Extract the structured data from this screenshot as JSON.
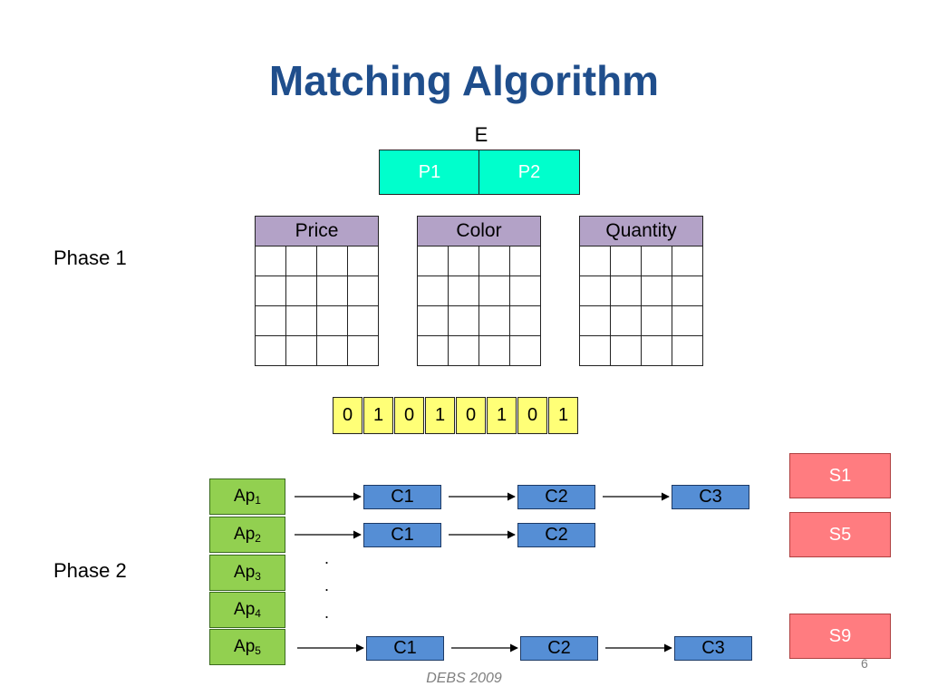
{
  "title": "Matching Algorithm",
  "event": {
    "label": "E",
    "parts": [
      "P1",
      "P2"
    ]
  },
  "phase1": {
    "label": "Phase 1",
    "tables": [
      {
        "header": "Price"
      },
      {
        "header": "Color"
      },
      {
        "header": "Quantity"
      }
    ],
    "bit_vector": [
      "0",
      "1",
      "0",
      "1",
      "0",
      "1",
      "0",
      "1"
    ]
  },
  "phase2": {
    "label": "Phase 2",
    "access_predicates": [
      {
        "base": "Ap",
        "sub": "1"
      },
      {
        "base": "Ap",
        "sub": "2"
      },
      {
        "base": "Ap",
        "sub": "3"
      },
      {
        "base": "Ap",
        "sub": "4"
      },
      {
        "base": "Ap",
        "sub": "5"
      }
    ],
    "chains": [
      [
        "C1",
        "C2",
        "C3"
      ],
      [
        "C1",
        "C2"
      ],
      [
        "C1",
        "C2",
        "C3"
      ]
    ],
    "ellipsis": [
      ".",
      ".",
      "."
    ],
    "subscriptions": [
      "S1",
      "S5",
      "S9"
    ]
  },
  "footer": "DEBS 2009",
  "page_number": "6",
  "colors": {
    "title": "#1f4e8c",
    "event_box": "#00ffcc",
    "table_header": "#b3a2c7",
    "bit_cell": "#ffff77",
    "access_predicate": "#92d050",
    "chain_box": "#558ed5",
    "subscription": "#ff7c80"
  }
}
